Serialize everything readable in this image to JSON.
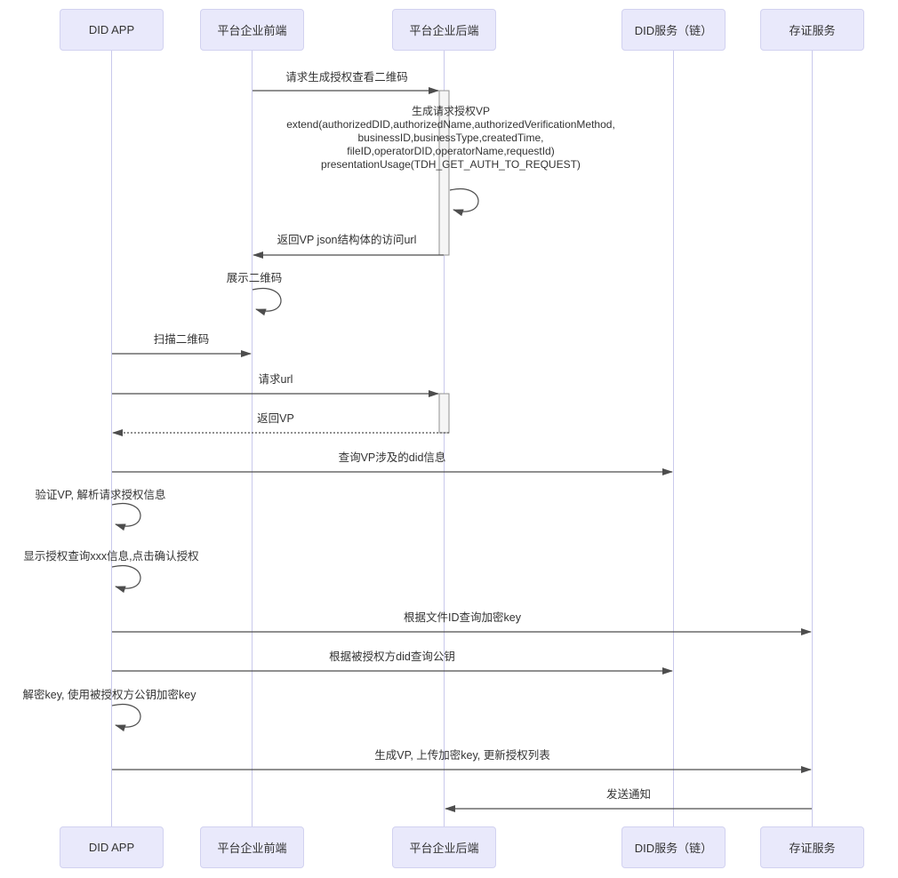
{
  "diagram": {
    "type": "sequence",
    "participants": [
      {
        "id": "did-app",
        "label": "DID APP"
      },
      {
        "id": "platform-frontend",
        "label": "平台企业前端"
      },
      {
        "id": "platform-backend",
        "label": "平台企业后端"
      },
      {
        "id": "did-service",
        "label": "DID服务（链）"
      },
      {
        "id": "evidence-service",
        "label": "存证服务"
      }
    ],
    "messages": [
      {
        "label": "请求生成授权查看二维码",
        "from": "平台企业前端",
        "to": "平台企业后端",
        "type": "solid"
      },
      {
        "from": "平台企业后端",
        "to": "平台企业后端",
        "type": "self",
        "lines": [
          "生成请求授权VP",
          "extend(authorizedDID,authorizedName,authorizedVerificationMethod,",
          "businessID,businessType,createdTime,",
          "fileID,operatorDID,operatorName,requestId)",
          "presentationUsage(TDH_GET_AUTH_TO_REQUEST)"
        ]
      },
      {
        "label": "返回VP json结构体的访问url",
        "from": "平台企业后端",
        "to": "平台企业前端",
        "type": "solid"
      },
      {
        "label": "展示二维码",
        "from": "平台企业前端",
        "to": "平台企业前端",
        "type": "self"
      },
      {
        "label": "扫描二维码",
        "from": "DID APP",
        "to": "平台企业前端",
        "type": "solid"
      },
      {
        "label": "请求url",
        "from": "DID APP",
        "to": "平台企业后端",
        "type": "solid"
      },
      {
        "label": "返回VP",
        "from": "平台企业后端",
        "to": "DID APP",
        "type": "dashed"
      },
      {
        "label": "查询VP涉及的did信息",
        "from": "DID APP",
        "to": "DID服务（链）",
        "type": "solid"
      },
      {
        "label": "验证VP, 解析请求授权信息",
        "from": "DID APP",
        "to": "DID APP",
        "type": "self"
      },
      {
        "label": "显示授权查询xxx信息,点击确认授权",
        "from": "DID APP",
        "to": "DID APP",
        "type": "self"
      },
      {
        "label": "根据文件ID查询加密key",
        "from": "DID APP",
        "to": "存证服务",
        "type": "solid"
      },
      {
        "label": "根据被授权方did查询公钥",
        "from": "DID APP",
        "to": "DID服务（链）",
        "type": "solid"
      },
      {
        "label": "解密key, 使用被授权方公钥加密key",
        "from": "DID APP",
        "to": "DID APP",
        "type": "self"
      },
      {
        "label": "生成VP, 上传加密key, 更新授权列表",
        "from": "DID APP",
        "to": "存证服务",
        "type": "solid"
      },
      {
        "label": "发送通知",
        "from": "存证服务",
        "to": "平台企业后端",
        "type": "solid"
      }
    ]
  },
  "style": {
    "box-fill": "#E9E9FB",
    "box-border": "#D2D2F0",
    "lifeline": "#C9C9EC",
    "arrow": "#4D4D4D",
    "text": "#333333",
    "activation-fill": "#F5F5F5",
    "activation-border": "#919191",
    "bg": "#FFFFFF"
  }
}
